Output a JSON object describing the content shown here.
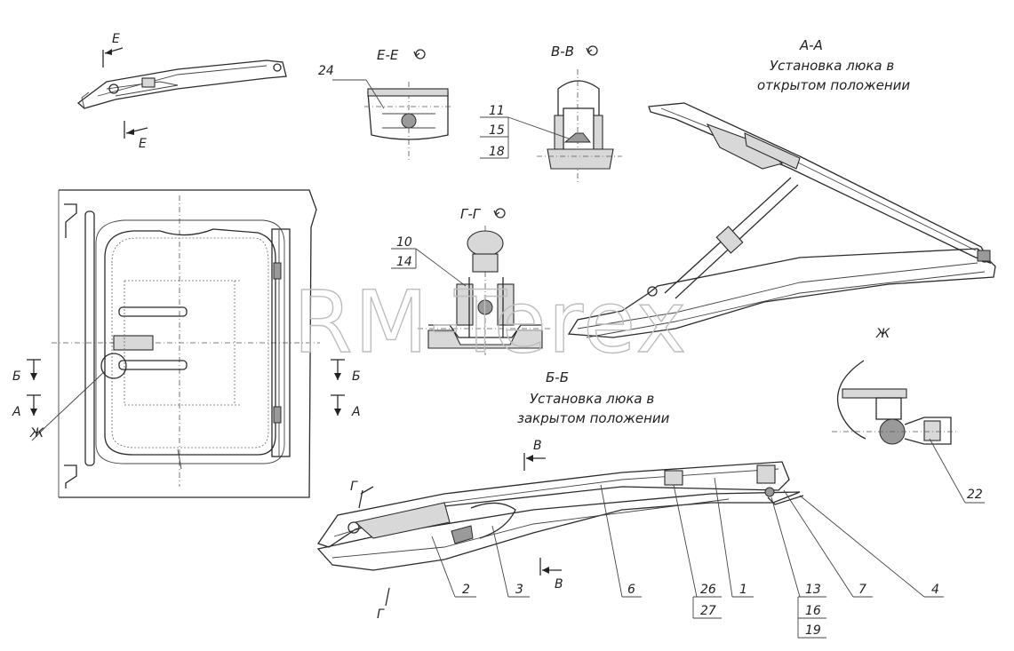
{
  "watermark": "RM-Terex",
  "titles": {
    "section_aa_name": "А-А",
    "section_aa_line1": "Установка люка в",
    "section_aa_line2": "открытом положении",
    "section_bb_name": "Б-Б",
    "section_bb_line1": "Установка люка в",
    "section_bb_line2": "закрытом положении",
    "section_ee": "Е-Е",
    "section_vv": "В-В",
    "section_gg": "Г-Г",
    "view_zh": "Ж"
  },
  "cut_marks": {
    "e_top": "Е",
    "e_bottom": "Е",
    "b_left": "Б",
    "b_right": "Б",
    "a_left": "А",
    "a_right": "А",
    "zh_plan": "Ж",
    "v_top": "В",
    "v_bottom": "В",
    "g_top": "Г",
    "g_bottom": "Г"
  },
  "callouts": {
    "c24": "24",
    "c11": "11",
    "c15": "15",
    "c18": "18",
    "c10": "10",
    "c14": "14",
    "c22": "22",
    "c2": "2",
    "c3": "3",
    "c6": "6",
    "c26": "26",
    "c27": "27",
    "c1": "1",
    "c13": "13",
    "c16": "16",
    "c19": "19",
    "c7": "7",
    "c4": "4"
  }
}
